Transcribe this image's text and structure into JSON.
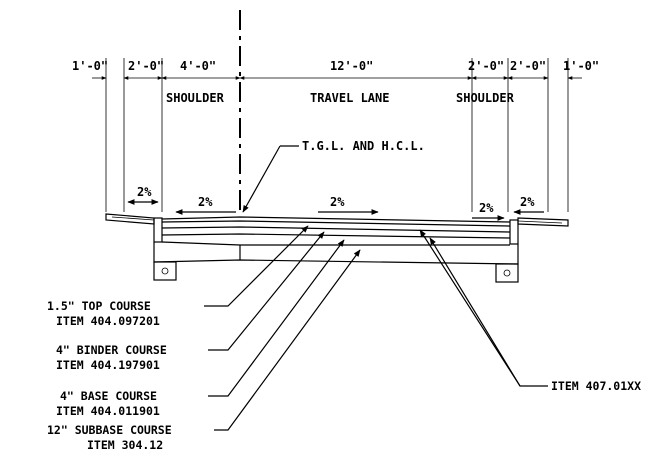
{
  "dimensions": {
    "d1": "1'-0\"",
    "d2": "2'-0\"",
    "d3": "4'-0\"",
    "d4": "12'-0\"",
    "d5": "2'-0\"",
    "d6": "2'-0\"",
    "d7": "1'-0\""
  },
  "zones": {
    "left_shoulder": "SHOULDER",
    "travel_lane": "TRAVEL LANE",
    "right_shoulder": "SHOULDER"
  },
  "centerline_label": "T.G.L. AND H.C.L.",
  "slopes": [
    "2%",
    "2%",
    "2%",
    "2%",
    "2%"
  ],
  "courses": [
    {
      "name": "1.5\" TOP COURSE",
      "item": "ITEM 404.097201"
    },
    {
      "name": "4\" BINDER COURSE",
      "item": "ITEM 404.197901"
    },
    {
      "name": "4\" BASE COURSE",
      "item": "ITEM 404.011901"
    },
    {
      "name": "12\" SUBBASE COURSE",
      "item": "ITEM 304.12"
    }
  ],
  "shoulder_item": "ITEM 407.01XX"
}
